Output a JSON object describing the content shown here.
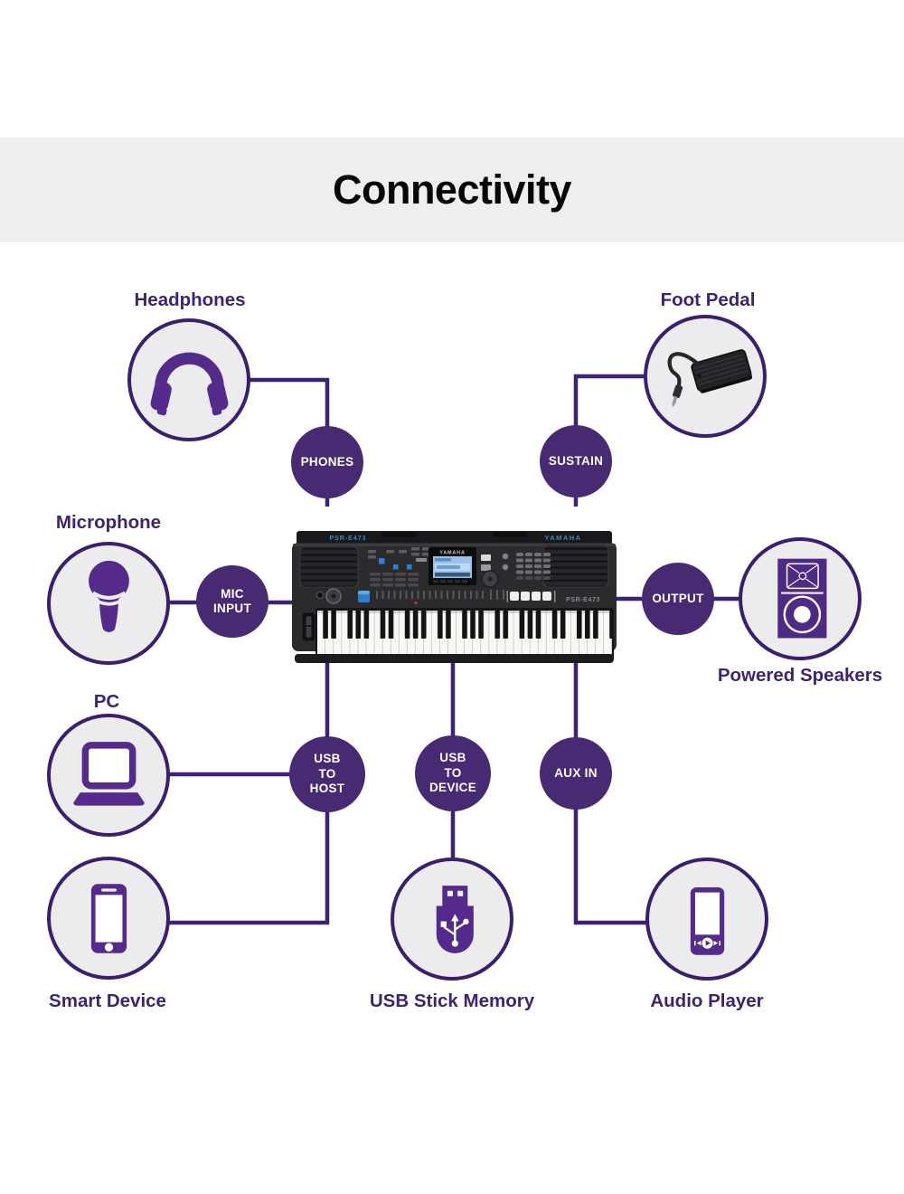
{
  "title": "Connectivity",
  "colors": {
    "accent_purple": "#3d2473",
    "badge_purple": "#472a72",
    "icon_purple": "#542a8a",
    "line_purple": "#3d2173",
    "circle_fill": "#ececee",
    "title_band": "#eeeeee",
    "keyboard_blue": "#2e7fd2"
  },
  "devices": {
    "headphones": {
      "label": "Headphones"
    },
    "foot_pedal": {
      "label": "Foot Pedal"
    },
    "microphone": {
      "label": "Microphone"
    },
    "powered_speakers": {
      "label": "Powered Speakers"
    },
    "pc": {
      "label": "PC"
    },
    "smart_device": {
      "label": "Smart Device"
    },
    "usb_stick": {
      "label": "USB Stick Memory"
    },
    "audio_player": {
      "label": "Audio Player"
    }
  },
  "ports": {
    "phones": {
      "label": "PHONES"
    },
    "sustain": {
      "label": "SUSTAIN"
    },
    "mic_input": {
      "label": "MIC\nINPUT"
    },
    "output": {
      "label": "OUTPUT"
    },
    "usb_to_host": {
      "label": "USB\nTO\nHOST"
    },
    "usb_to_device": {
      "label": "USB\nTO\nDEVICE"
    },
    "aux_in": {
      "label": "AUX IN"
    }
  },
  "keyboard": {
    "brand": "YAMAHA",
    "model": "PSR-E473",
    "back_print_left": "PSR-E473",
    "back_print_right": "YAMAHA"
  }
}
